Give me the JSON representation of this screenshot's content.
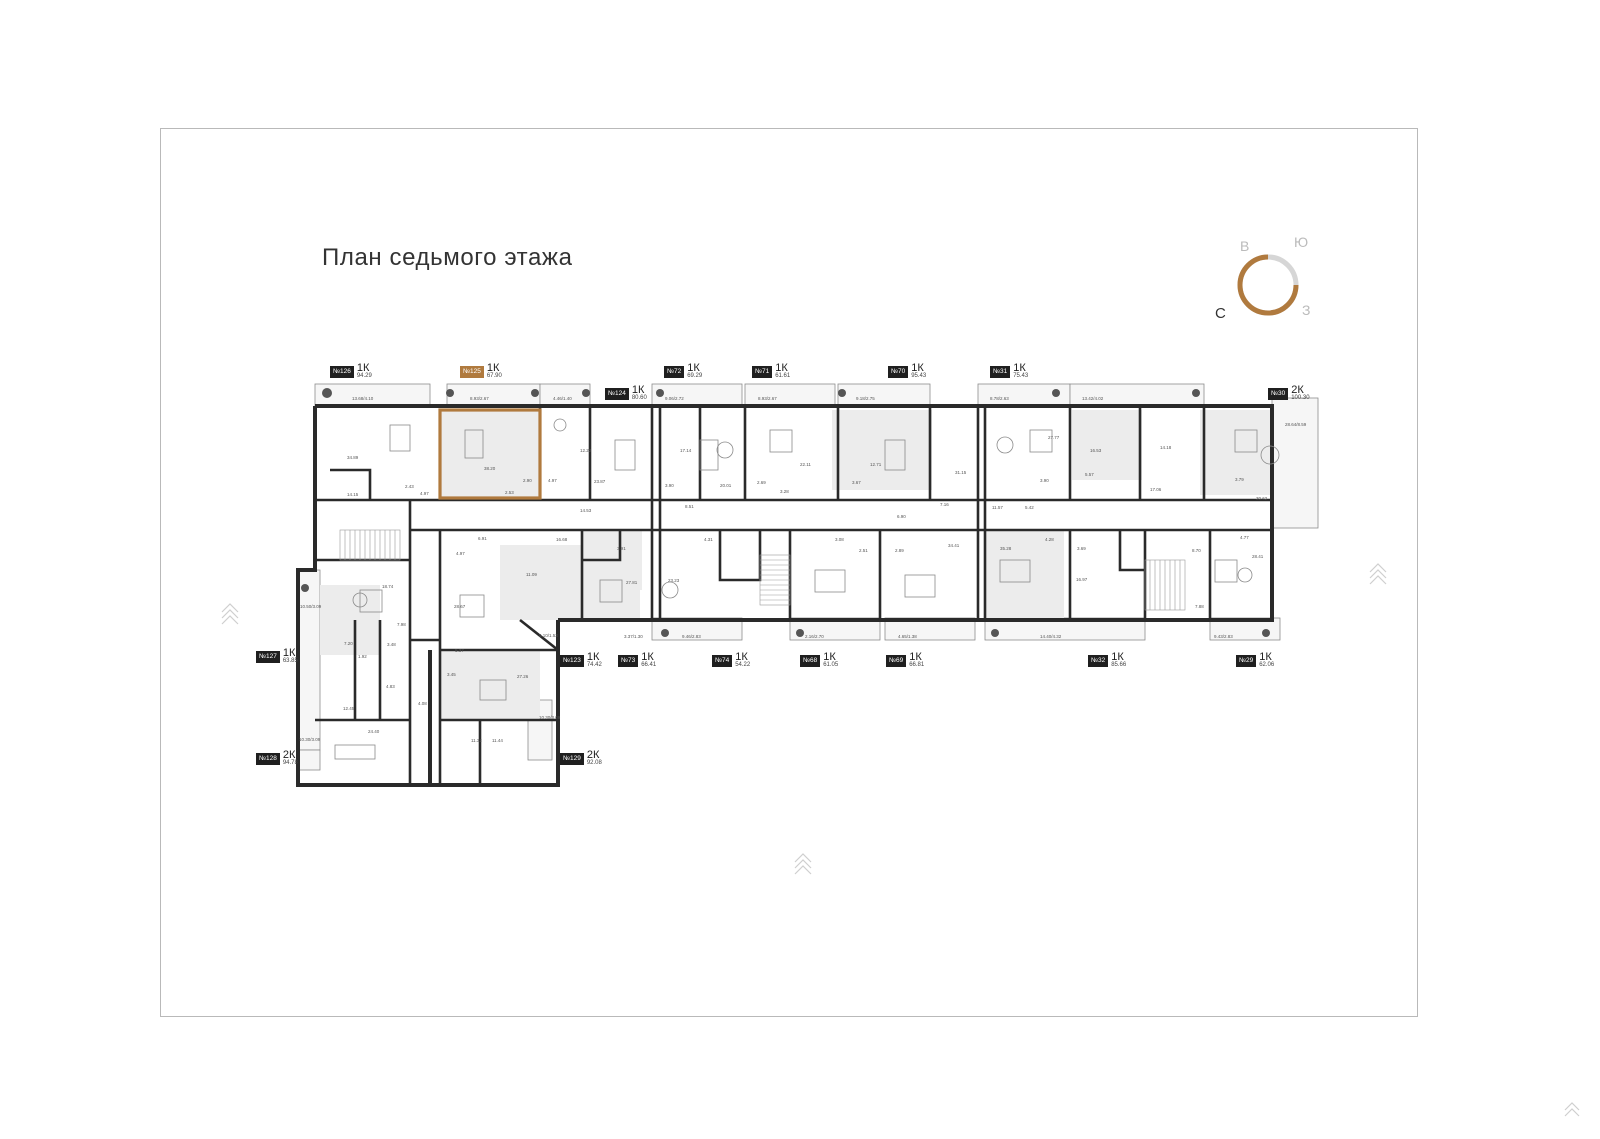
{
  "title": "План седьмого этажа",
  "compass": {
    "labels": [
      "В",
      "Ю",
      "С",
      "З"
    ],
    "accent": "#b07a3e",
    "ring": "#d6d6d6"
  },
  "colors": {
    "wall": "#2a2a2a",
    "room_fill": "#ececec",
    "highlight": "#b07a3e",
    "tag_bg": "#1f1f1f"
  },
  "apartments": [
    {
      "no": "№126",
      "type": "1К",
      "area": "94.29"
    },
    {
      "no": "№125",
      "type": "1К",
      "area": "67.90"
    },
    {
      "no": "№124",
      "type": "1К",
      "area": "80.60"
    },
    {
      "no": "№72",
      "type": "1К",
      "area": "69.29"
    },
    {
      "no": "№71",
      "type": "1К",
      "area": "61.61"
    },
    {
      "no": "№70",
      "type": "1К",
      "area": "95.43"
    },
    {
      "no": "№31",
      "type": "1К",
      "area": "75.43"
    },
    {
      "no": "№30",
      "type": "2К",
      "area": "100.30"
    },
    {
      "no": "№127",
      "type": "1К",
      "area": "63.85"
    },
    {
      "no": "№128",
      "type": "2К",
      "area": "94.78"
    },
    {
      "no": "№123",
      "type": "1К",
      "area": "74.42"
    },
    {
      "no": "№129",
      "type": "2К",
      "area": "92.08"
    },
    {
      "no": "№73",
      "type": "1К",
      "area": "66.41"
    },
    {
      "no": "№74",
      "type": "1К",
      "area": "54.22"
    },
    {
      "no": "№68",
      "type": "1К",
      "area": "61.05"
    },
    {
      "no": "№69",
      "type": "1К",
      "area": "66.81"
    },
    {
      "no": "№32",
      "type": "1К",
      "area": "85.66"
    },
    {
      "no": "№29",
      "type": "1К",
      "area": "62.06"
    }
  ],
  "room_areas": [
    "13.68/4.10",
    "8.93/2.67",
    "4.46/1.40",
    "9.06/2.72",
    "8.93/2.67",
    "9.18/2.75",
    "8.78/2.63",
    "13.42/4.02",
    "28.64/8.59",
    "34.89",
    "38.20",
    "12.22",
    "23.87",
    "17.14",
    "20.01",
    "22.11",
    "12.71",
    "31.15",
    "27.77",
    "16.53",
    "14.18",
    "30.62",
    "14.15",
    "2.43",
    "4.97",
    "2.90",
    "2.53",
    "4.97",
    "14.53",
    "3.90",
    "8.51",
    "2.69",
    "3.28",
    "3.67",
    "7.16",
    "11.57",
    "5.42",
    "3.90",
    "5.57",
    "17.06",
    "3.79",
    "6.91",
    "4.97",
    "16.68",
    "3.91",
    "11.09",
    "28.67",
    "27.81",
    "5.37",
    "3.45",
    "23.23",
    "4.31",
    "3.08",
    "2.51",
    "2.89",
    "6.90",
    "34.41",
    "35.28",
    "4.28",
    "3.69",
    "16.97",
    "8.70",
    "4.77",
    "28.41",
    "7.88",
    "18.74",
    "10.50/3.09",
    "7.98",
    "7.20",
    "3.48",
    "1.92",
    "4.83",
    "12.45",
    "4.08",
    "24.40",
    "10.30/3.09",
    "27.26",
    "11.32",
    "11.44",
    "10.30/3.09",
    "5.10/1.53",
    "3.37/1.30",
    "9.46/2.83",
    "2.16/2.70",
    "4.65/1.38",
    "14.40/4.32",
    "9.43/2.83"
  ]
}
